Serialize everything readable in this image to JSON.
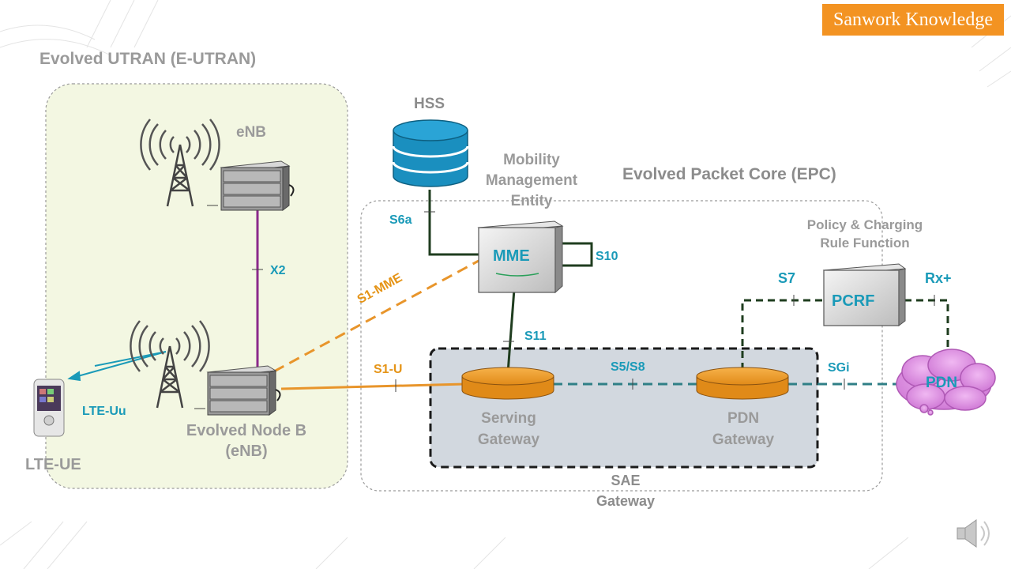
{
  "brand": {
    "label": "Sanwork Knowledge",
    "color": "#f39322"
  },
  "regions": {
    "eutran_title": "Evolved UTRAN (E-UTRAN)",
    "epc_title": "Evolved Packet Core (EPC)",
    "sae_gateway": "SAE\nGateway"
  },
  "nodes": {
    "enb_top": "eNB",
    "enb_bottom": "Evolved Node B\n(eNB)",
    "ue": "LTE-UE",
    "hss": "HSS",
    "mme_desc": "Mobility\nManagement\nEntity",
    "mme": "MME",
    "pcrf_desc": "Policy & Charging\nRule Function",
    "pcrf": "PCRF",
    "sgw": "Serving\nGateway",
    "pgw": "PDN\nGateway",
    "pdn": "PDN"
  },
  "interfaces": {
    "x2": "X2",
    "s1_mme": "S1-MME",
    "s1_u": "S1-U",
    "s6a": "S6a",
    "s10": "S10",
    "s11": "S11",
    "s5_s8": "S5/S8",
    "sgi": "SGi",
    "s7": "S7",
    "rx_plus": "Rx+",
    "lte_uu": "LTE-Uu"
  },
  "colors": {
    "eutran_fill": "#f3f7e2",
    "interface_label": "#1a9ab8",
    "s1_label": "#e59417",
    "x2_line": "#8b2a8b",
    "s1_line": "#e8952b",
    "control_line": "#1f3d1f",
    "user_plane_line": "#2f7f86",
    "gateway_fill": "#f4a030",
    "pdn_cloud": "#d98ce0",
    "hss_fill": "#1a8fbf"
  },
  "icons": [
    "tower-icon",
    "server-rack-icon",
    "database-icon",
    "phone-icon",
    "speaker-icon",
    "cloud-icon"
  ]
}
